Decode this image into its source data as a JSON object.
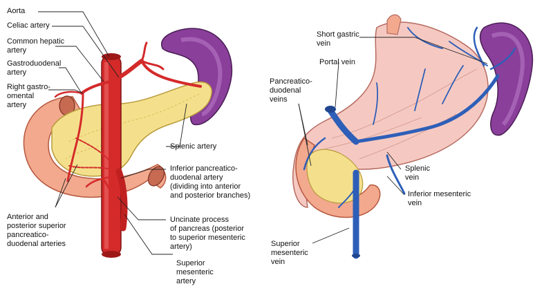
{
  "colors": {
    "artery": "#d42a2a",
    "vein": "#2e5fb8",
    "pancreas": "#f4e08c",
    "duodenum": "#f2a98e",
    "stomach": "#f5c9c2",
    "spleen": "#8a3f9a",
    "leader_line": "#222222"
  },
  "left_figure": {
    "labels": {
      "aorta": "Aorta",
      "celiac_artery": "Celiac artery",
      "common_hepatic_artery": "Common hepatic\nartery",
      "gastroduodenal_artery": "Gastroduodenal\nartery",
      "right_gastroomental_artery": "Right gastro-\nomental\nartery",
      "splenic_artery": "Splenic artery",
      "inferior_pancreaticoduodenal_artery": "Inferior pancreatico-\nduodenal artery\n(dividing into anterior\nand posterior branches)",
      "superior_pancreaticoduodenal_arteries": "Anterior and\nposterior superior\npancreatico-\nduodenal arteries",
      "uncinate_process": "Uncinate process\nof pancreas (posterior\nto superior mesenteric\nartery)",
      "superior_mesenteric_artery": "Superior\nmesenteric\nartery"
    }
  },
  "right_figure": {
    "labels": {
      "short_gastric_vein": "Short gastric\nvein",
      "portal_vein": "Portal vein",
      "pancreaticoduodenal_veins": "Pancreatico-\nduodenal\nveins",
      "splenic_vein": "Splenic\nvein",
      "inferior_mesenteric_vein": "Inferior mesenteric\nvein",
      "superior_mesenteric_vein": "Superior\nmesenteric\nvein"
    }
  }
}
